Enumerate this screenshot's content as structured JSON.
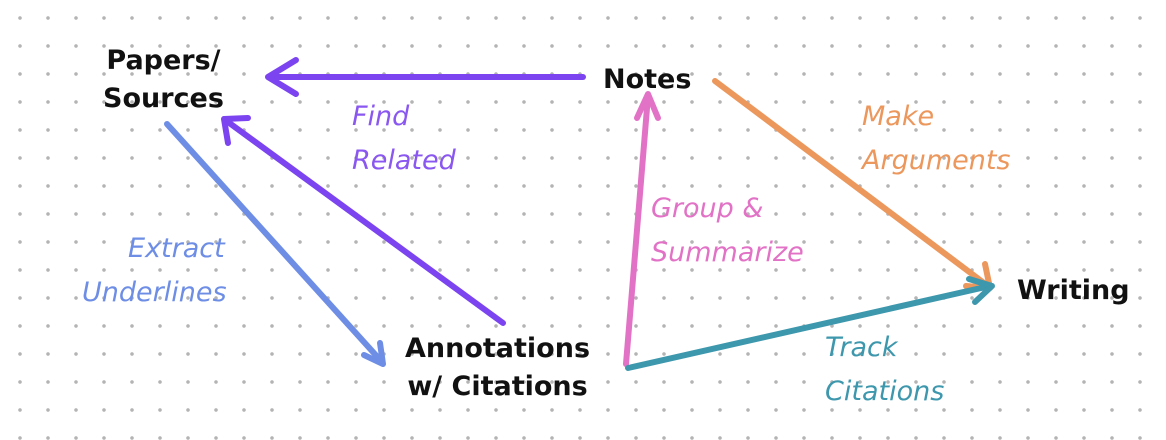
{
  "colors": {
    "purple": "#7b44f0",
    "blue": "#6e8ee6",
    "pink": "#e272c6",
    "orange": "#ec975c",
    "teal": "#3d97ad"
  },
  "nodes": {
    "papers": {
      "line1": "Papers/",
      "line2": "Sources"
    },
    "notes": {
      "label": "Notes"
    },
    "annotations": {
      "line1": "Annotations",
      "line2": "w/ Citations"
    },
    "writing": {
      "label": "Writing"
    }
  },
  "edges": {
    "find_related": {
      "line1": "Find",
      "line2": "Related",
      "color": "#8a57f0"
    },
    "extract_underlines": {
      "line1": "Extract",
      "line2": "Underlines",
      "color": "#6e8ee6"
    },
    "group_summarize": {
      "line1": "Group &",
      "line2": "Summarize",
      "color": "#e272c6"
    },
    "make_arguments": {
      "line1": "Make",
      "line2": "Arguments",
      "color": "#ec975c"
    },
    "track_citations": {
      "line1": "Track",
      "line2": "Citations",
      "color": "#3d97ad"
    }
  }
}
